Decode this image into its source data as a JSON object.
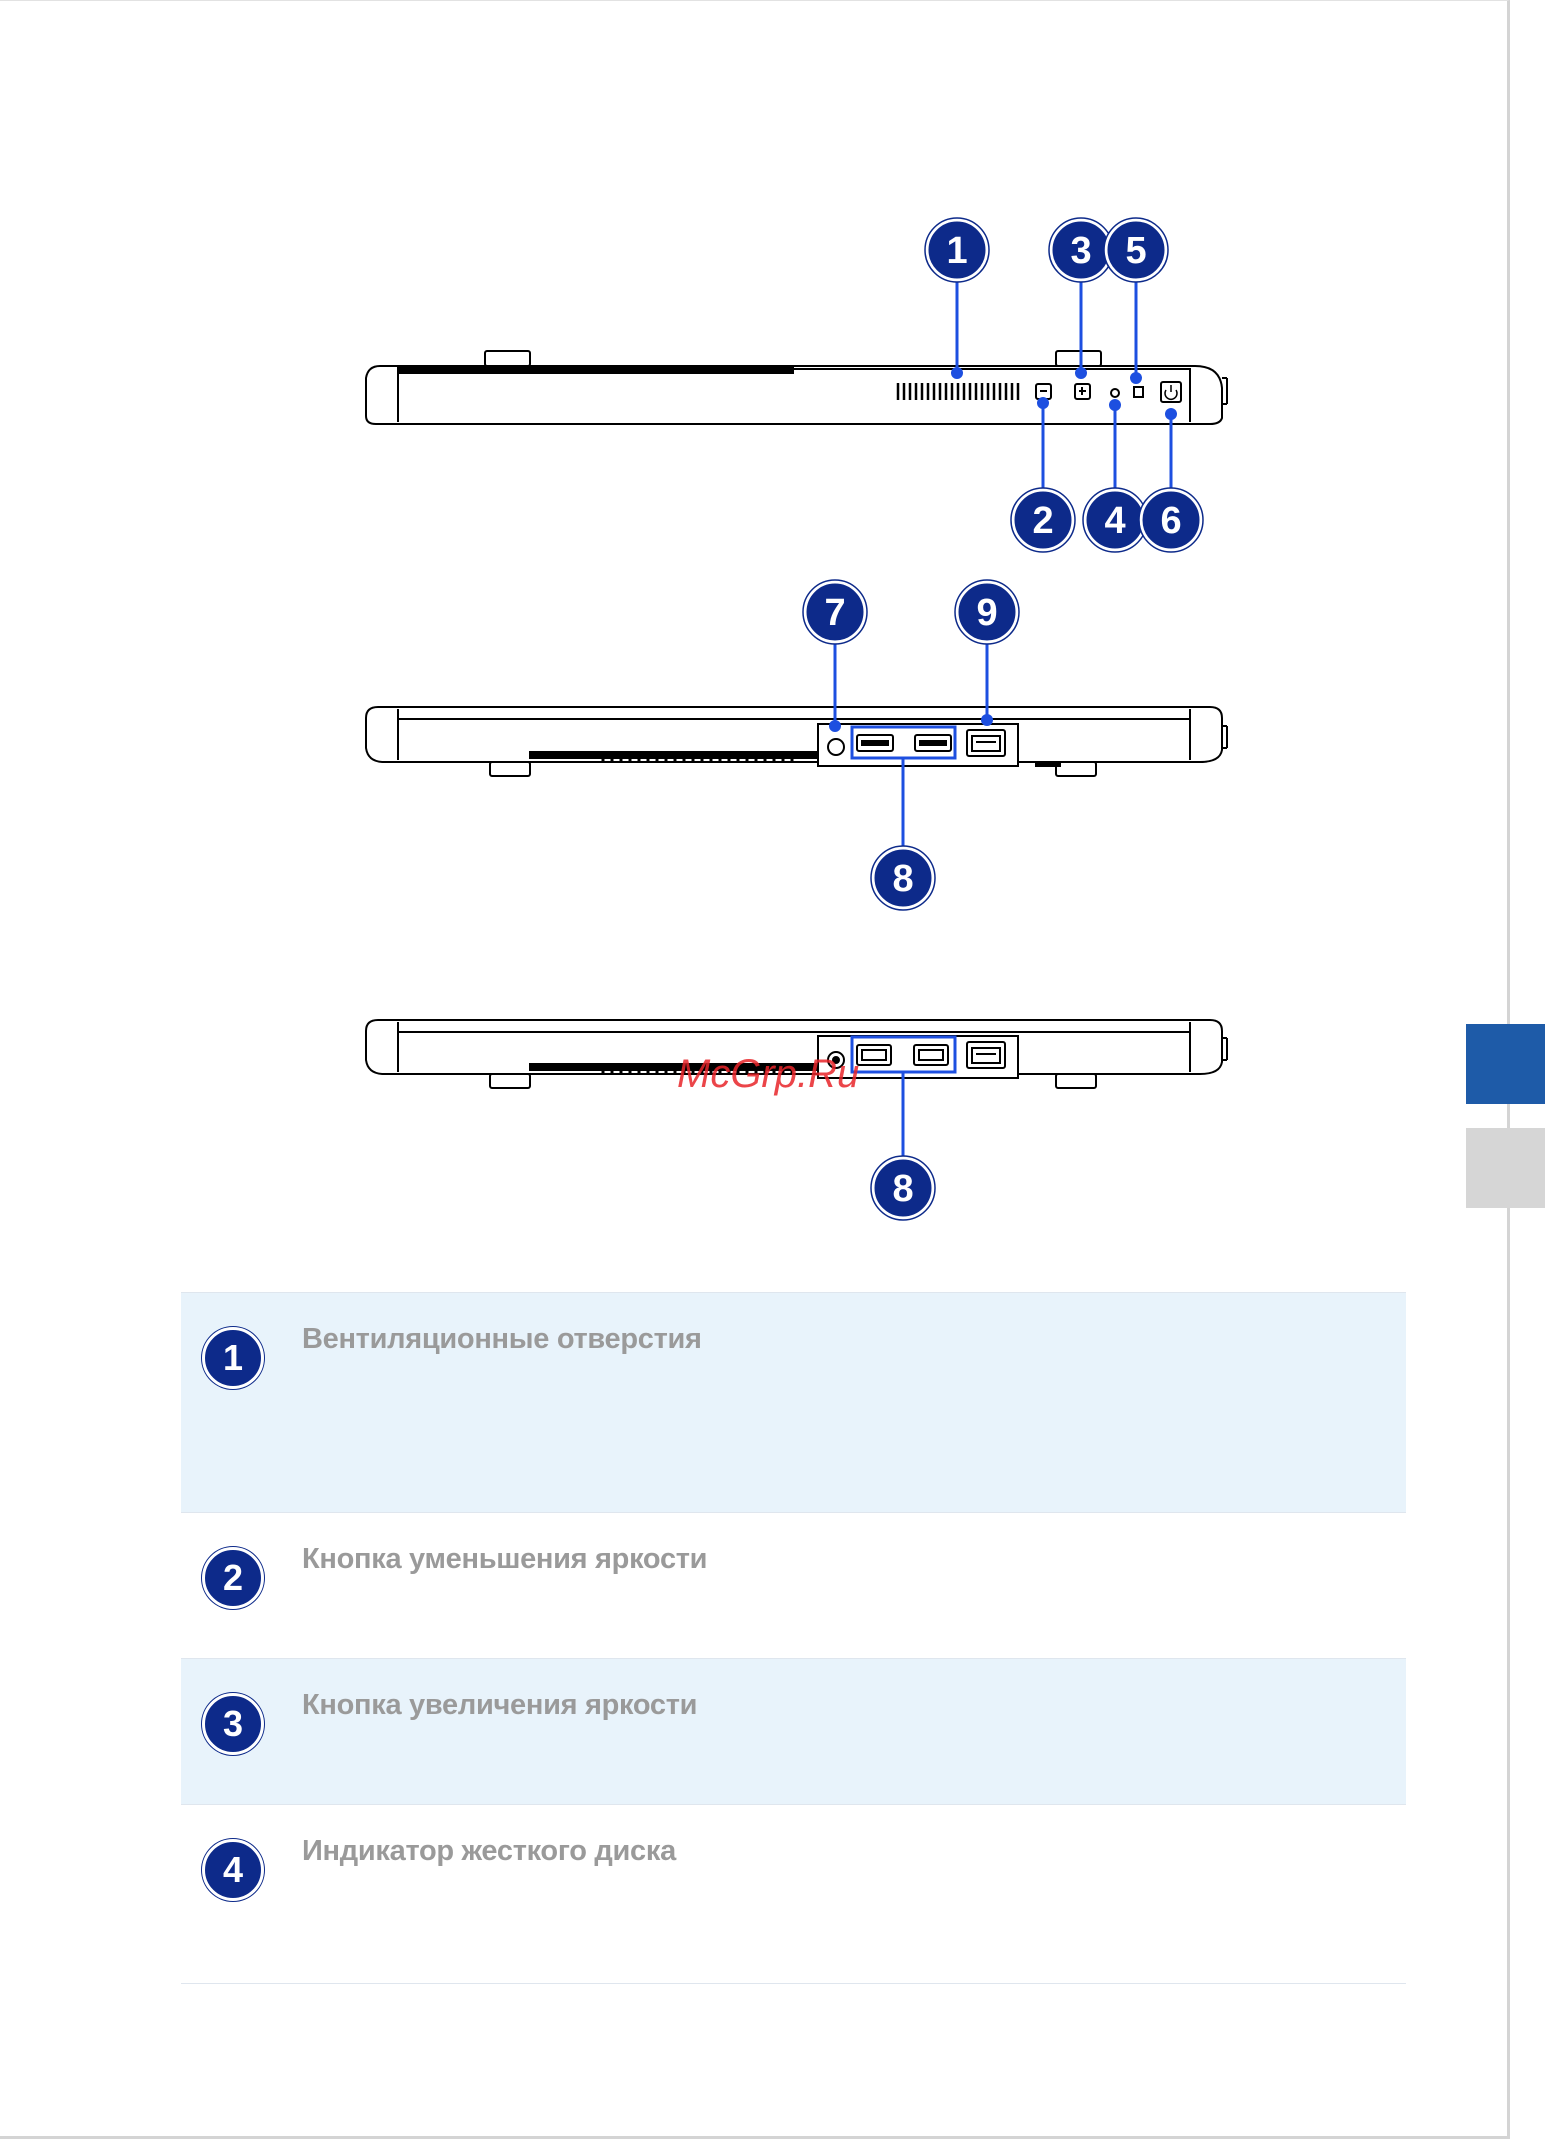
{
  "watermark": "McGrp.Ru",
  "callouts": {
    "c1": "1",
    "c2": "2",
    "c3": "3",
    "c4": "4",
    "c5": "5",
    "c6": "6",
    "c7": "7",
    "c8a": "8",
    "c8b": "8",
    "c9": "9"
  },
  "legend": {
    "items": [
      {
        "number": "1",
        "label": "Вентиляционные отверстия"
      },
      {
        "number": "2",
        "label": "Кнопка уменьшения яркости"
      },
      {
        "number": "3",
        "label": "Кнопка увеличения яркости"
      },
      {
        "number": "4",
        "label": "Индикатор жесткого диска"
      }
    ]
  },
  "colors": {
    "callout_fill": "#0d2a8a",
    "callout_line": "#1d4fe0",
    "row_shade": "#e8f3fb",
    "tab_blue": "#1e5ba8",
    "tab_gray": "#d6d6d6"
  }
}
